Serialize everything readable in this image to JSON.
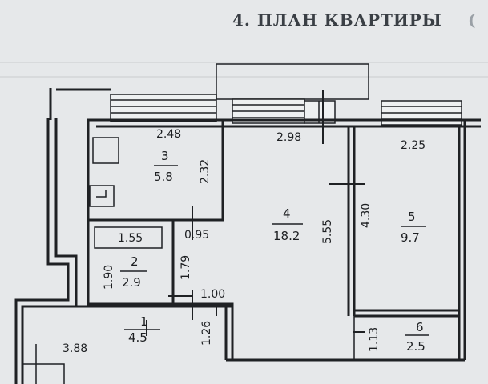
{
  "title": "4. ПЛАН КВАРТИРЫ",
  "title_tail": "(",
  "rooms": [
    {
      "number": "3",
      "area": "5.8",
      "width": "2.48",
      "depth": "2.32"
    },
    {
      "number": "4",
      "area": "18.2",
      "width": "2.98",
      "depth": "5.55"
    },
    {
      "number": "5",
      "area": "9.7",
      "width": "2.25",
      "depth": "4.30"
    },
    {
      "number": "2",
      "area": "2.9",
      "width": "1.55",
      "depth": "1.90"
    },
    {
      "number": "1",
      "area": "4.5",
      "width": "3.88",
      "depth": "1.26"
    },
    {
      "number": "6",
      "area": "2.5",
      "depth": "1.13"
    }
  ],
  "extra_dims": {
    "a": "0.95",
    "b": "1.79",
    "c": "1.00"
  }
}
